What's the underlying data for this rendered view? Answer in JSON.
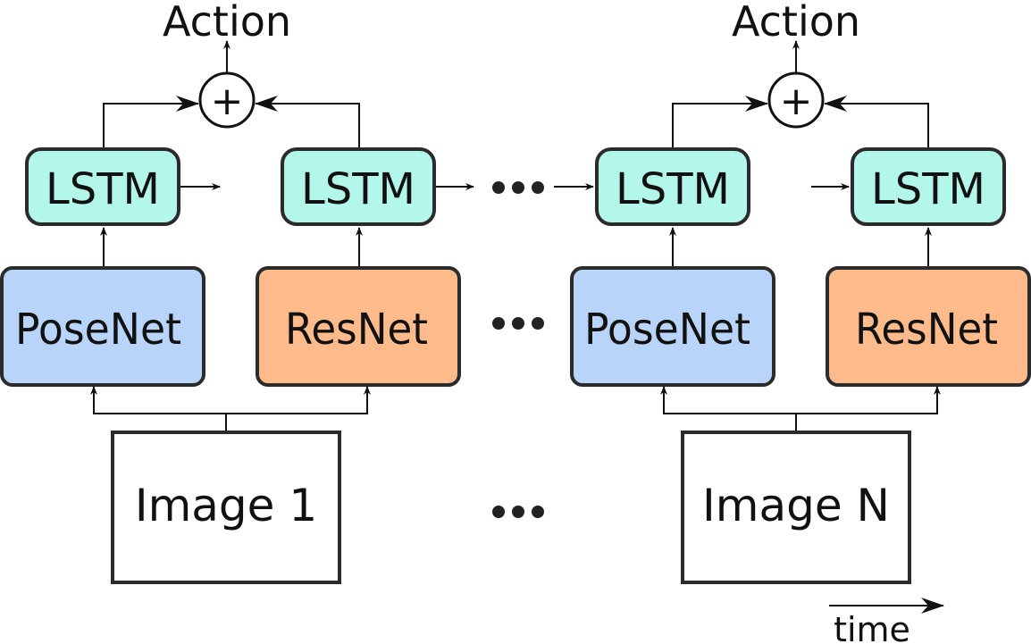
{
  "colors": {
    "lstm_fill": "#b3f6ea",
    "posenet_fill": "#b8d4f8",
    "resnet_fill": "#fdbb8c",
    "image_fill": "#ffffff",
    "stroke": "#2b2b2b"
  },
  "groups": [
    {
      "action_label": "Action",
      "sum_symbol": "+",
      "lstm_left": "LSTM",
      "lstm_right": "LSTM",
      "posenet": "PoseNet",
      "resnet": "ResNet",
      "image": "Image 1"
    },
    {
      "action_label": "Action",
      "sum_symbol": "+",
      "lstm_left": "LSTM",
      "lstm_right": "LSTM",
      "posenet": "PoseNet",
      "resnet": "ResNet",
      "image": "Image N"
    }
  ],
  "ellipsis": "•••",
  "time_label": "time"
}
